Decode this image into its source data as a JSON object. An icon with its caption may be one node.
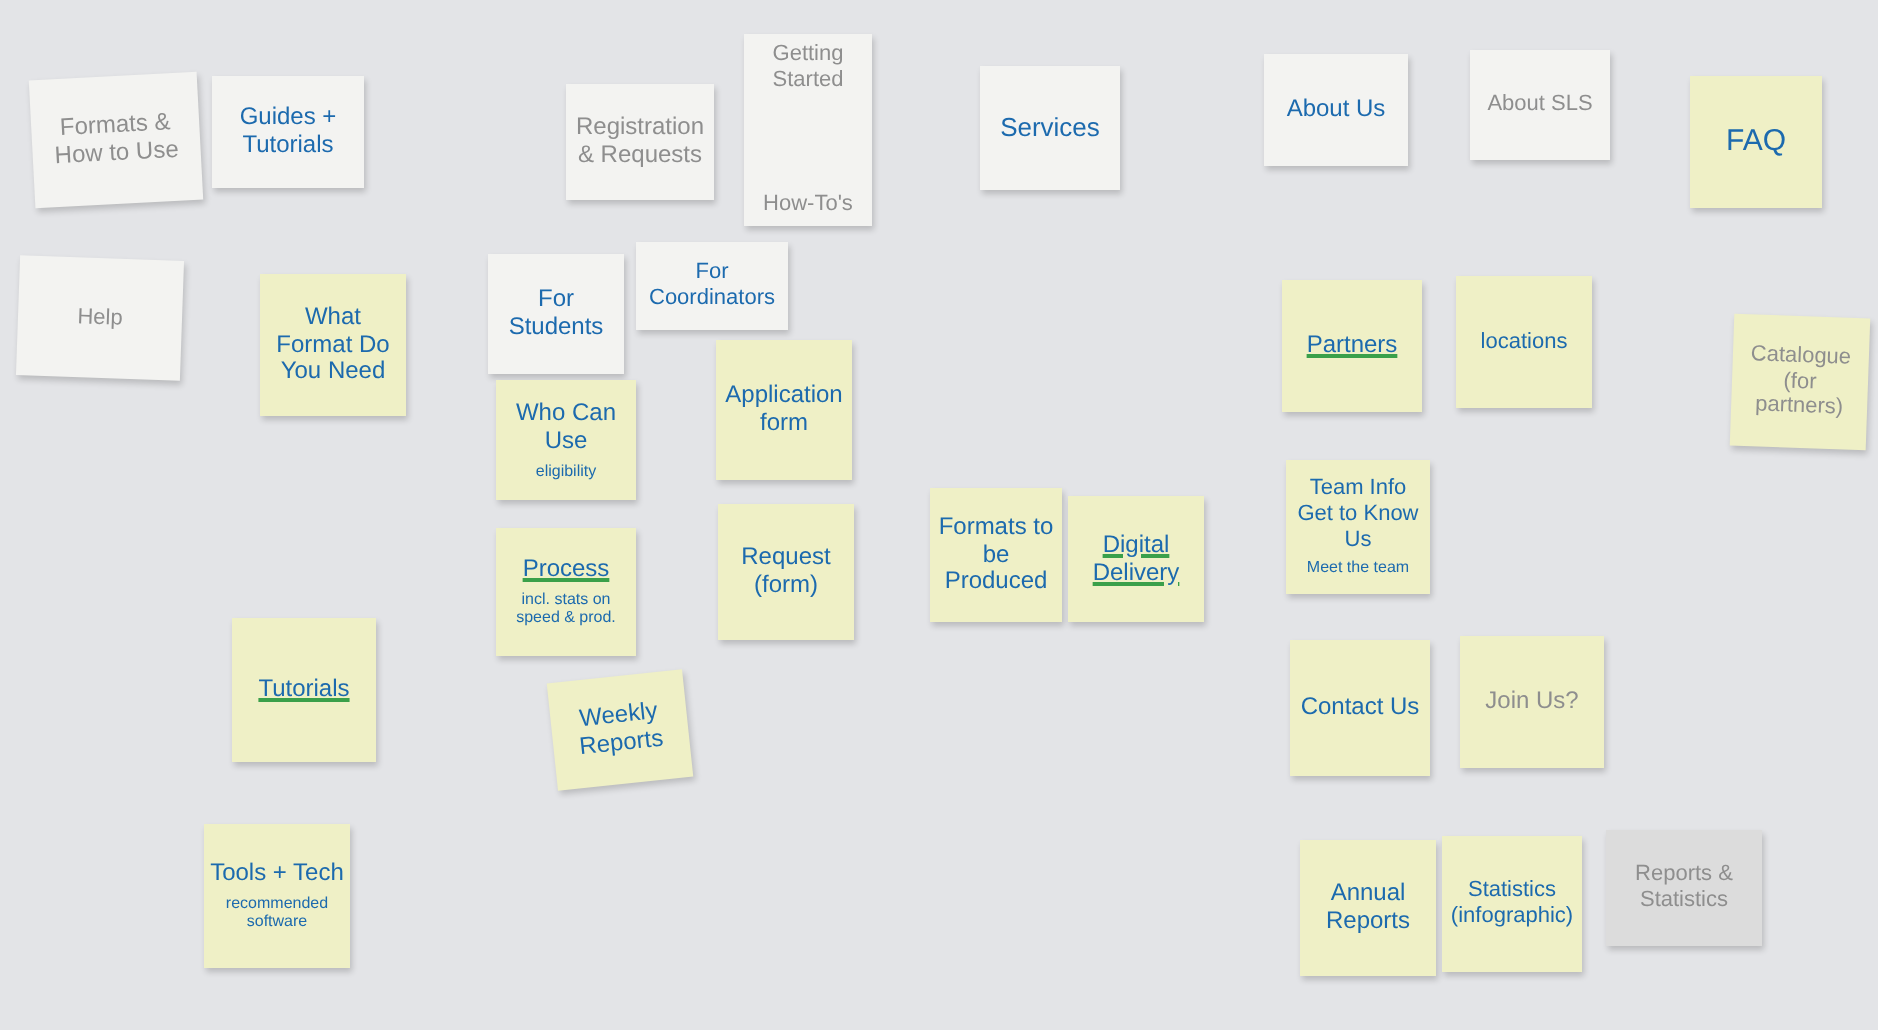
{
  "diagram": {
    "nodes": [
      {
        "text": [
          "Formats & How to Use"
        ]
      },
      {
        "text": [
          "Guides + Tutorials"
        ]
      },
      {
        "text": [
          "Registration & Requests"
        ]
      },
      {
        "text": [
          "Getting Started",
          "How-To's"
        ]
      },
      {
        "text": [
          "Services"
        ]
      },
      {
        "text": [
          "About Us"
        ]
      },
      {
        "text": [
          "About SLS"
        ]
      },
      {
        "text": [
          "FAQ"
        ]
      },
      {
        "text": [
          "Help"
        ]
      },
      {
        "text": [
          "What Format Do You Need"
        ]
      },
      {
        "text": [
          "For Students"
        ]
      },
      {
        "text": [
          "For Coordinators"
        ]
      },
      {
        "text": [
          "Partners"
        ]
      },
      {
        "text": [
          "locations"
        ]
      },
      {
        "text": [
          "Catalogue (for partners)"
        ]
      },
      {
        "text": [
          "Who Can Use",
          "eligibility"
        ]
      },
      {
        "text": [
          "Application form"
        ]
      },
      {
        "text": [
          "Request (form)"
        ]
      },
      {
        "text": [
          "Formats to be Produced"
        ]
      },
      {
        "text": [
          "Digital Delivery"
        ]
      },
      {
        "text": [
          "Team Info Get to Know Us",
          "Meet the team"
        ]
      },
      {
        "text": [
          "Process",
          "incl. stats on speed & prod."
        ]
      },
      {
        "text": [
          "Weekly Reports"
        ]
      },
      {
        "text": [
          "Tutorials"
        ]
      },
      {
        "text": [
          "Contact Us"
        ]
      },
      {
        "text": [
          "Join Us?"
        ]
      },
      {
        "text": [
          "Tools + Tech",
          "recommended software"
        ]
      },
      {
        "text": [
          "Annual Reports"
        ]
      },
      {
        "text": [
          "Statistics (infographic)"
        ]
      },
      {
        "text": [
          "Reports & Statistics"
        ]
      }
    ]
  }
}
